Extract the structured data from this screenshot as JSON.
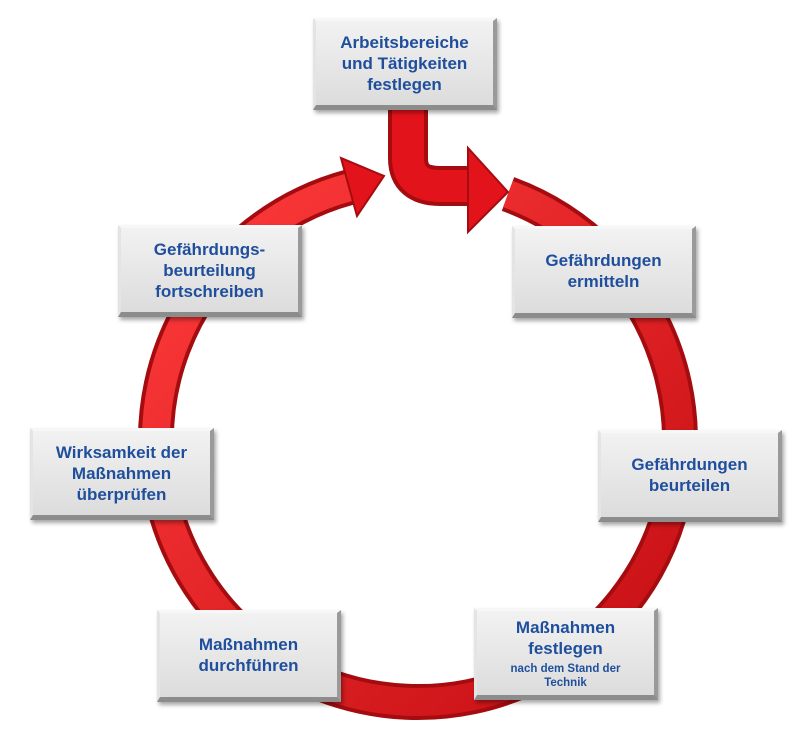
{
  "colors": {
    "arrow": "#e3131b",
    "arrow_dark": "#a50c10",
    "text": "#1f4f9c"
  },
  "steps": [
    {
      "lines": [
        "Arbeitsbereiche",
        "und Tätigkeiten",
        "festlegen"
      ]
    },
    {
      "lines": [
        "Gefährdungen",
        "ermitteln"
      ]
    },
    {
      "lines": [
        "Gefährdungen",
        "beurteilen"
      ]
    },
    {
      "lines": [
        "Maßnahmen",
        "festlegen"
      ],
      "sub": [
        "nach dem Stand der",
        "Technik"
      ]
    },
    {
      "lines": [
        "Maßnahmen",
        "durchführen"
      ]
    },
    {
      "lines": [
        "Wirksamkeit der",
        "Maßnahmen",
        "überprüfen"
      ]
    },
    {
      "lines": [
        "Gefährdungs-",
        "beurteilung",
        "fortschreiben"
      ]
    }
  ]
}
